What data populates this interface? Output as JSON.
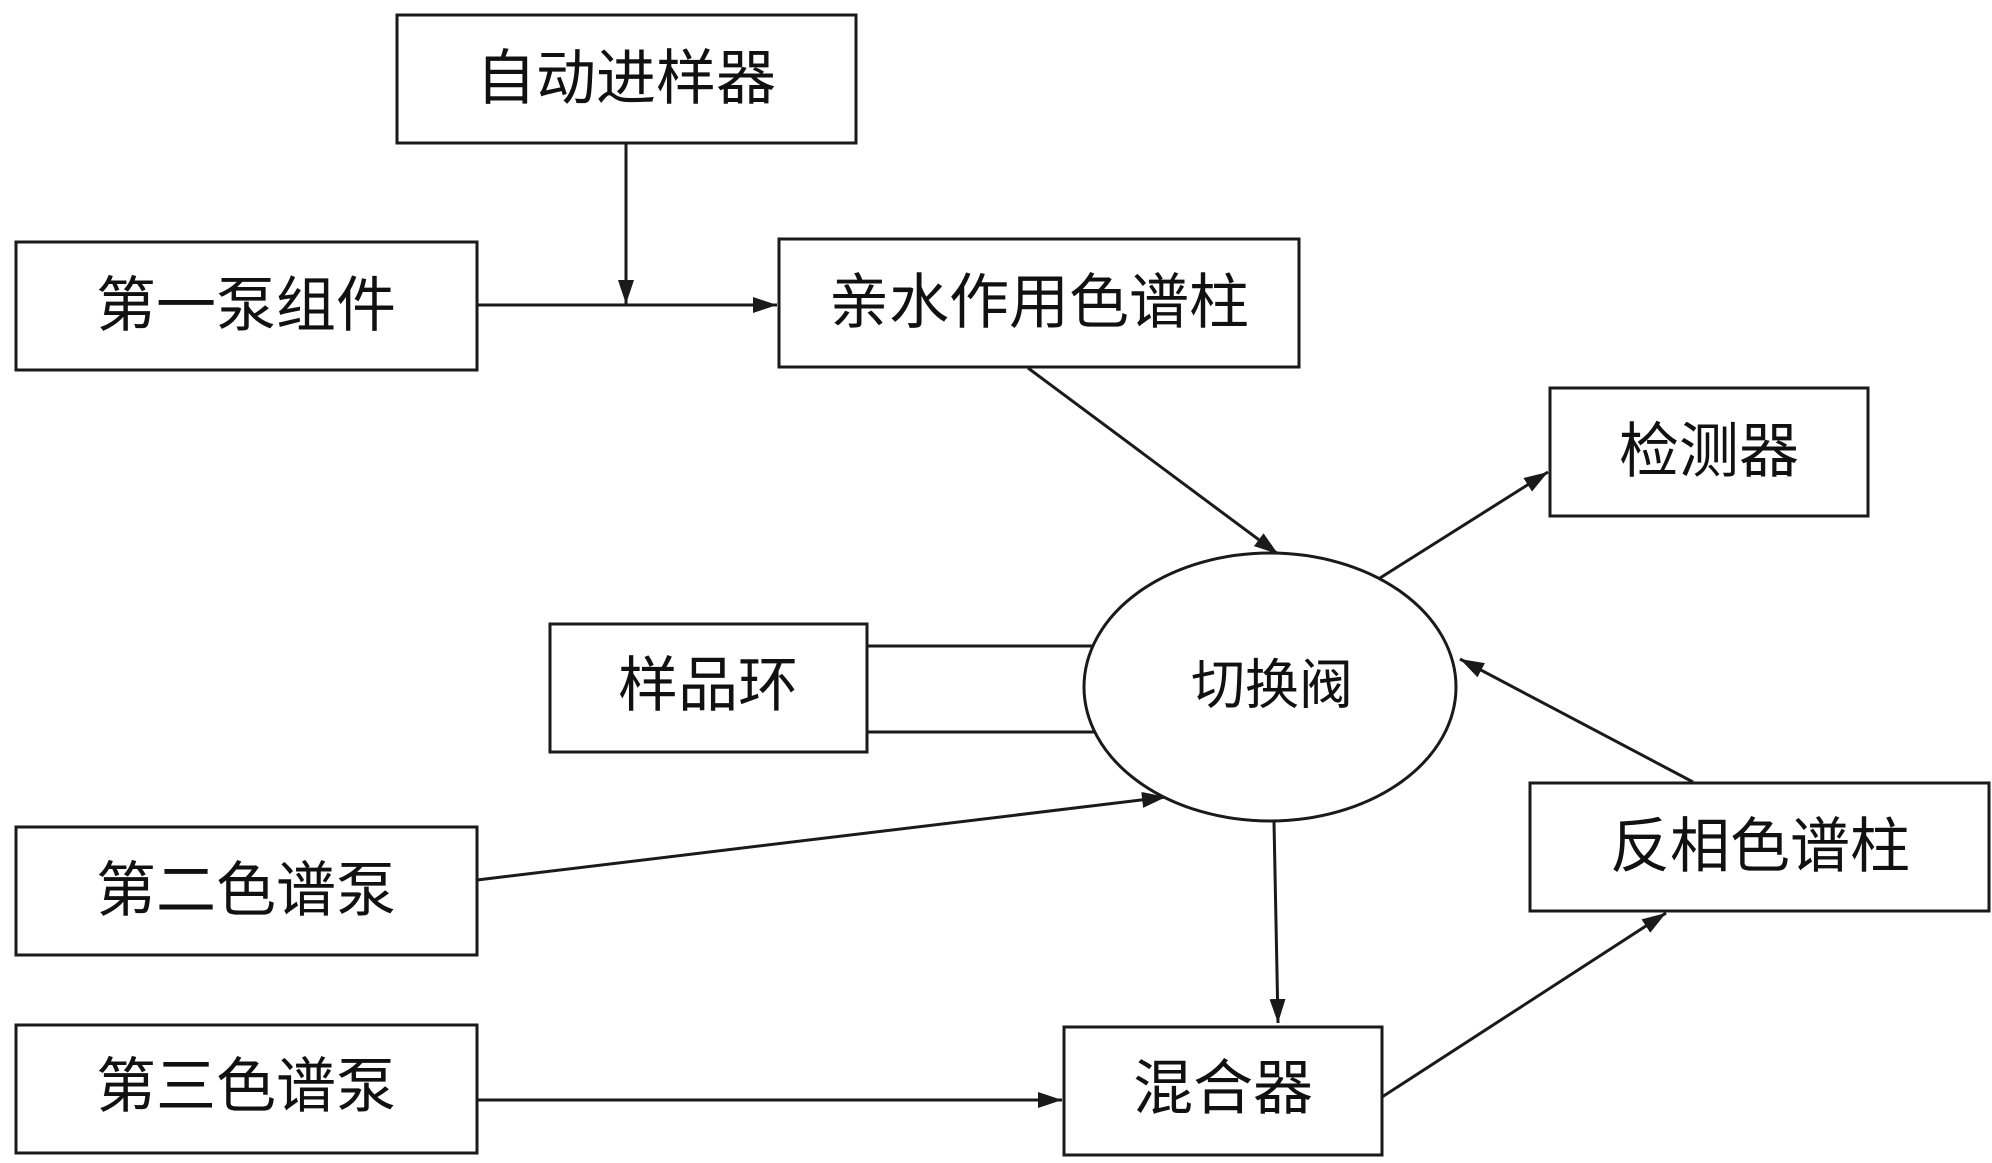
{
  "diagram": {
    "nodes": {
      "autosampler": "自动进样器",
      "first_pump": "第一泵组件",
      "hilic_column": "亲水作用色谱柱",
      "detector": "检测器",
      "sample_loop": "样品环",
      "switch_valve": "切换阀",
      "second_pump": "第二色谱泵",
      "rp_column": "反相色谱柱",
      "third_pump": "第三色谱泵",
      "mixer": "混合器"
    },
    "edges": [
      {
        "from": "autosampler",
        "to": "first_pump-hilic_line"
      },
      {
        "from": "first_pump",
        "to": "hilic_column"
      },
      {
        "from": "hilic_column",
        "to": "switch_valve"
      },
      {
        "from": "switch_valve",
        "to": "detector"
      },
      {
        "from": "sample_loop",
        "to": "switch_valve",
        "type": "loop"
      },
      {
        "from": "second_pump",
        "to": "switch_valve"
      },
      {
        "from": "switch_valve",
        "to": "mixer"
      },
      {
        "from": "third_pump",
        "to": "mixer"
      },
      {
        "from": "mixer",
        "to": "rp_column"
      },
      {
        "from": "rp_column",
        "to": "switch_valve"
      }
    ],
    "colors": {
      "line": "#1a1a1a",
      "text": "#111111",
      "background": "#ffffff"
    }
  }
}
